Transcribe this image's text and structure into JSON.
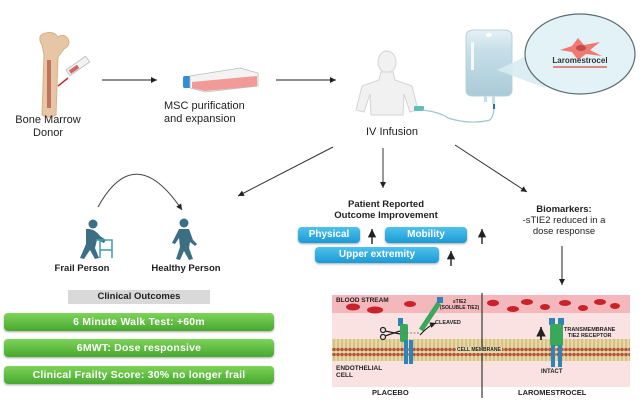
{
  "steps": {
    "donor": {
      "label_line1": "Bone Marrow",
      "label_line2": "Donor"
    },
    "msc": {
      "label_line1": "MSC purification",
      "label_line2": "and expansion"
    },
    "iv": {
      "label": "IV Infusion"
    },
    "callout": {
      "label": "Laromestrocel"
    }
  },
  "frailty": {
    "frail_label": "Frail Person",
    "healthy_label": "Healthy Person"
  },
  "pro": {
    "title_line1": "Patient Reported",
    "title_line2": "Outcome Improvement",
    "items": [
      {
        "label": "Physical",
        "trend": "up"
      },
      {
        "label": "Mobility",
        "trend": "up"
      },
      {
        "label": "Upper extremity",
        "trend": "up"
      }
    ]
  },
  "biomarkers": {
    "title": "Biomarkers:",
    "line1": "-sTIE2 reduced in a",
    "line2": "dose response"
  },
  "clinical_outcomes": {
    "header": "Clinical Outcomes",
    "items": [
      "6 Minute Walk Test: +60m",
      "6MWT: Dose responsive",
      "Clinical Frailty Score: 30% no longer frail"
    ]
  },
  "mechanism": {
    "blood_stream": "BLOOD STREAM",
    "stie2_line1": "sTIE2",
    "stie2_line2": "(SOLUBLE TIE2)",
    "cleaved": "CLEAVED",
    "cell_membrane": "CELL MEMBRANE",
    "endothelial_line1": "ENDOTHELIAL",
    "endothelial_line2": "CELL",
    "receptor_line1": "TRANSMEMBRANE",
    "receptor_line2": "TIE2 RECEPTOR",
    "intact": "INTACT",
    "placebo": "PLACEBO",
    "treatment": "LAROMESTROCEL"
  },
  "colors": {
    "blue_pill": "#1a9ad6",
    "green_pill": "#46a82d",
    "figure_teal": "#3d6f84",
    "blood_red": "#c8232c",
    "receptor_green": "#3aa85a"
  }
}
